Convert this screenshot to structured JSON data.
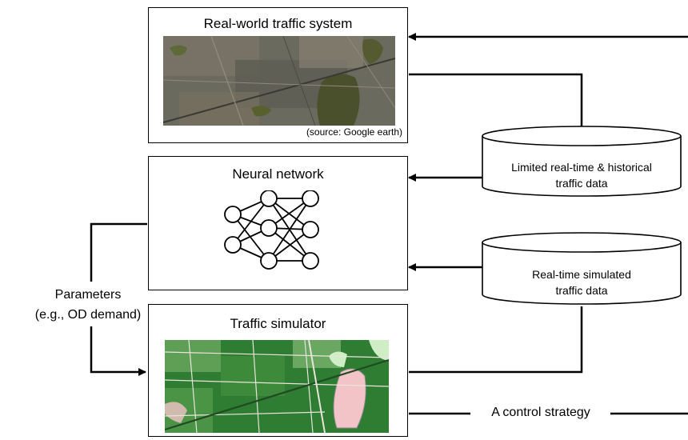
{
  "real_world": {
    "title": "Real-world traffic system",
    "image_credit": "(source: Google earth)"
  },
  "neural_network": {
    "title": "Neural network"
  },
  "traffic_simulator": {
    "title": "Traffic simulator"
  },
  "databases": {
    "historical_line1": "Limited real-time & historical",
    "historical_line2": "traffic data",
    "simulated_line1": "Real-time simulated",
    "simulated_line2": "traffic data"
  },
  "parameters": {
    "line1": "Parameters",
    "line2": "(e.g., OD demand)"
  },
  "control_strategy": "A control strategy",
  "colors": {
    "satellite_dark": "#5a5a4e",
    "satellite_forest": "#3f4a2a",
    "map_green": "#2f7d32",
    "map_light": "#e8e4dc",
    "map_pink": "#f2c4c8",
    "map_pale_green": "#cfeec6"
  }
}
